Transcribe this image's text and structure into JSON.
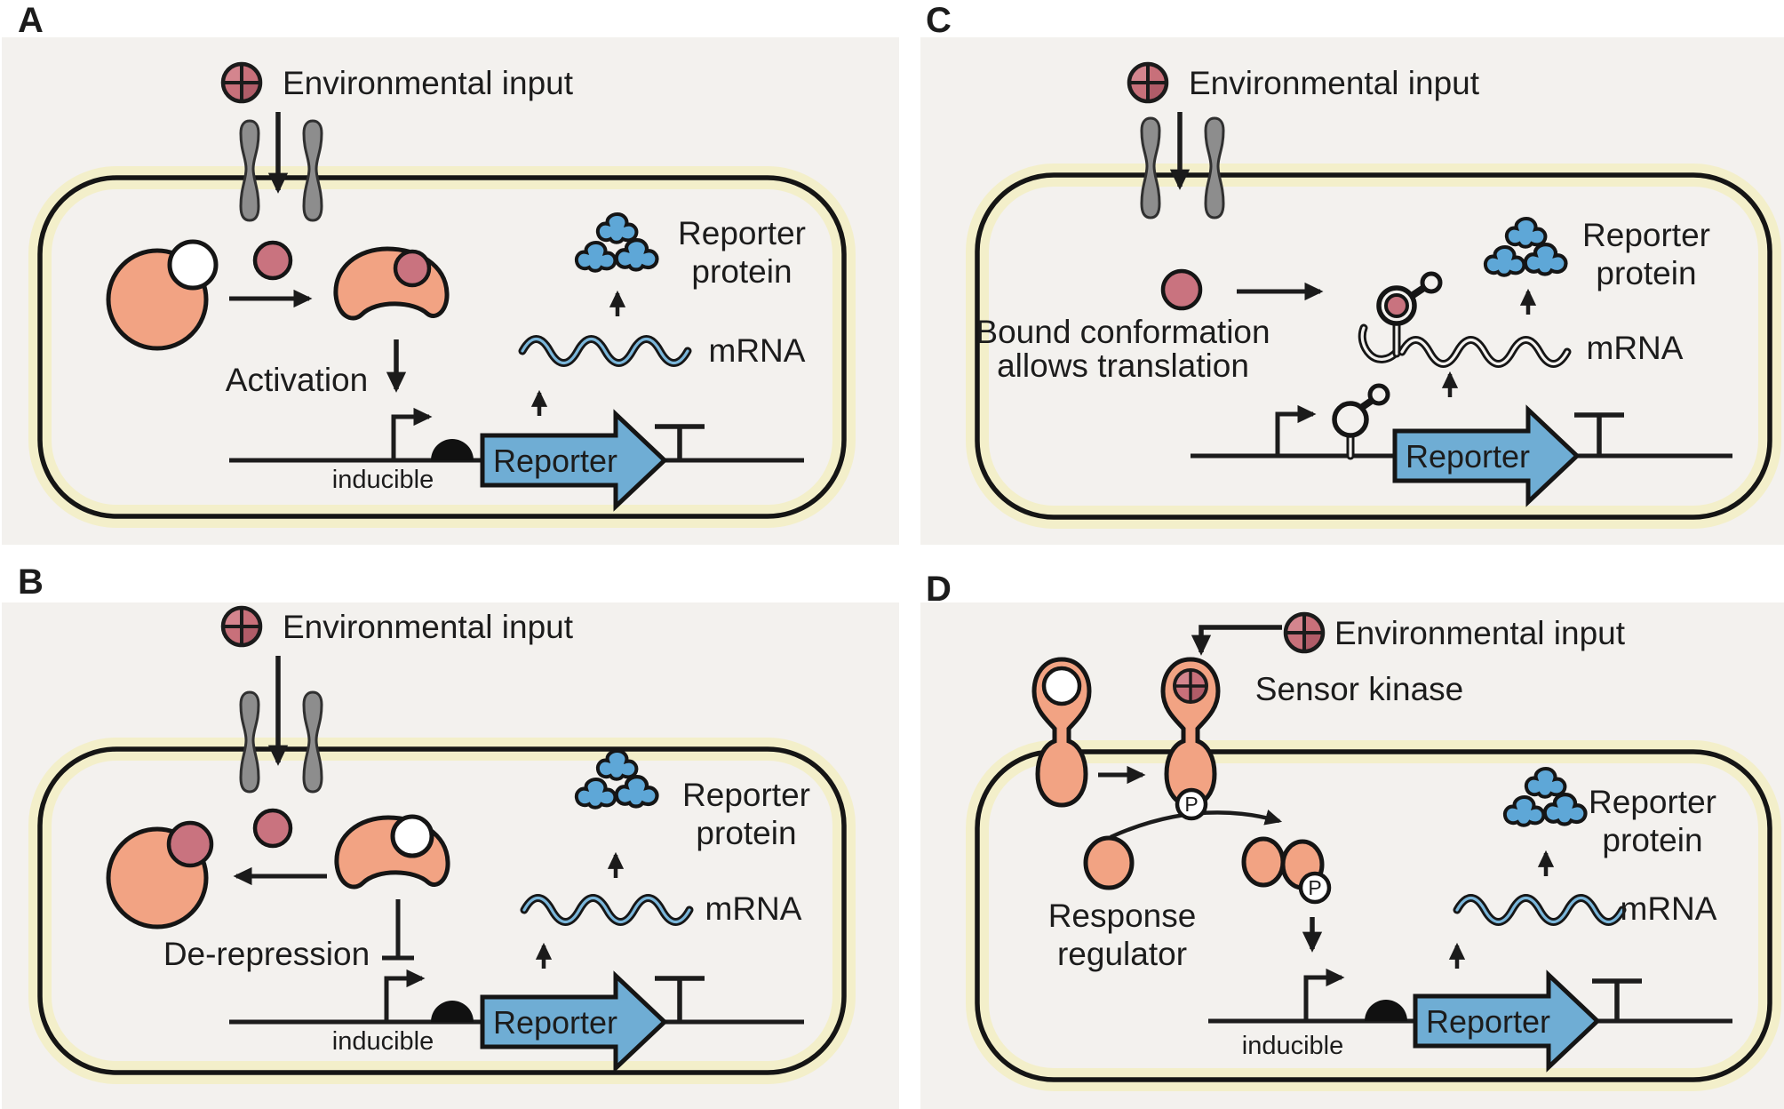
{
  "panels": {
    "a": {
      "label": "A",
      "env_input": "Environmental input",
      "mechanism": "Activation",
      "promoter_label": "inducible",
      "gene_label": "Reporter",
      "protein_label_line1": "Reporter",
      "protein_label_line2": "protein",
      "mrna_label": "mRNA"
    },
    "b": {
      "label": "B",
      "env_input": "Environmental input",
      "mechanism": "De-repression",
      "promoter_label": "inducible",
      "gene_label": "Reporter",
      "protein_label_line1": "Reporter",
      "protein_label_line2": "protein",
      "mrna_label": "mRNA"
    },
    "c": {
      "label": "C",
      "env_input": "Environmental input",
      "mechanism_line1": "Bound conformation",
      "mechanism_line2": "allows translation",
      "gene_label": "Reporter",
      "protein_label_line1": "Reporter",
      "protein_label_line2": "protein",
      "mrna_label": "mRNA"
    },
    "d": {
      "label": "D",
      "env_input": "Environmental input",
      "sensor_kinase_label": "Sensor kinase",
      "response_regulator_line1": "Response",
      "response_regulator_line2": "regulator",
      "phosphate_label": "P",
      "promoter_label": "inducible",
      "gene_label": "Reporter",
      "protein_label_line1": "Reporter",
      "protein_label_line2": "protein",
      "mrna_label": "mRNA"
    }
  },
  "colors": {
    "panel_background": "#f3f1ee",
    "cell_glow": "#f3efca",
    "ink": "#1c1c1c",
    "protein_orange": "#f2a383",
    "ligand_red": "#c9737f",
    "reporter_blue": "#6fadd4",
    "protein_blob_blue": "#5ea7d7",
    "mrna_core_blue": "#7ab6da",
    "channel_gray": "#8d8d8d"
  }
}
